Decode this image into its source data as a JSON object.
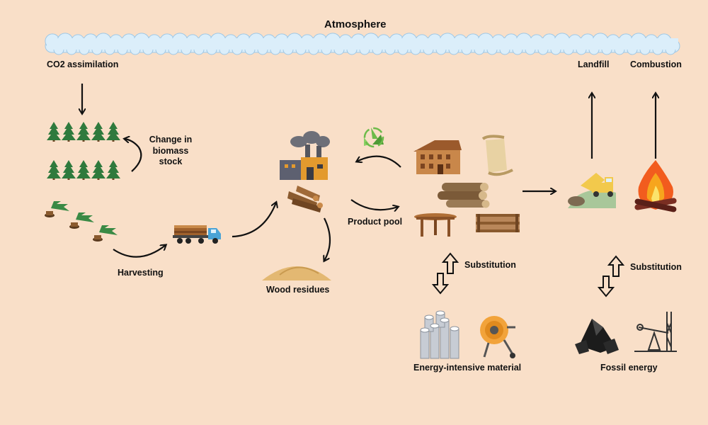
{
  "labels": {
    "atmosphere": "Atmosphere",
    "co2_assimilation": "CO2 assimilation",
    "change_in_biomass_stock": "Change in biomass stock",
    "harvesting": "Harvesting",
    "wood_residues": "Wood residues",
    "product_pool": "Product pool",
    "landfill": "Landfill",
    "combustion": "Combustion",
    "substitution_material": "Substitution",
    "substitution_energy": "Substitution",
    "energy_intensive_material": "Energy-intensive material",
    "fossil_energy": "Fossil energy"
  },
  "colors": {
    "background": "#f9dfc8",
    "cloud": "#dbeefa",
    "cloud_outline": "#9fc8e6",
    "tree": "#2f7a3d",
    "arrow": "#111111",
    "recycle": "#6dbb4a"
  },
  "icons": [
    "cloud-band-icon",
    "conifer-tree-icon",
    "cut-tree-icon",
    "logging-truck-icon",
    "factory-icon",
    "log-pile-icon",
    "sawdust-pile-icon",
    "recycle-icon",
    "wooden-house-icon",
    "paper-scroll-icon",
    "firewood-bundle-icon",
    "round-table-icon",
    "wooden-crate-icon",
    "dump-truck-icon",
    "bonfire-icon",
    "steel-pipes-icon",
    "cement-mixer-icon",
    "coal-pile-icon",
    "oil-pump-icon"
  ]
}
